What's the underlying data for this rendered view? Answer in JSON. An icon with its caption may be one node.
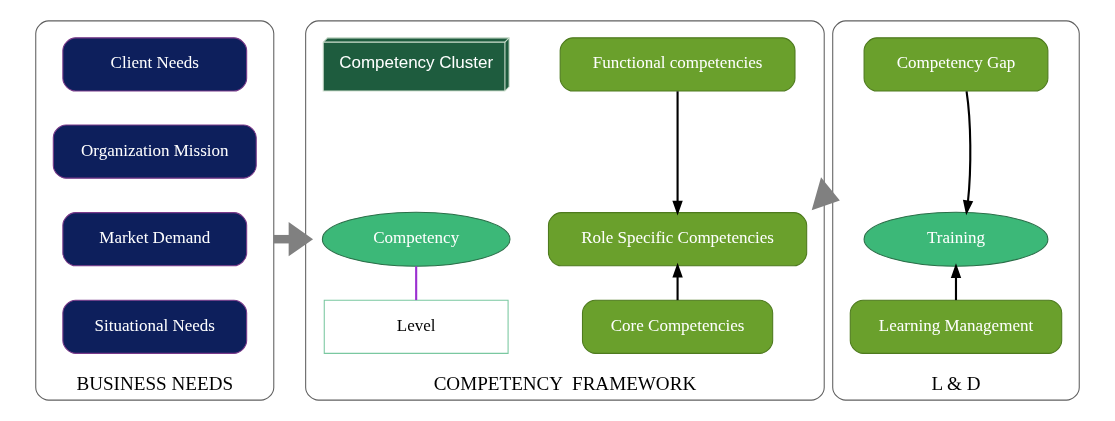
{
  "diagram": {
    "nodes": [
      {
        "text": [
          "BUSINESS NEEDS"
        ]
      },
      {
        "text": [
          "Client Needs"
        ],
        "in": 0
      },
      {
        "text": [
          "Organization Mission"
        ],
        "in": 0
      },
      {
        "text": [
          "Market Demand"
        ],
        "in": 0
      },
      {
        "text": [
          "Situational Needs"
        ],
        "in": 0
      },
      {
        "text": [
          "COMPETENCY  FRAMEWORK"
        ]
      },
      {
        "text": [
          "Functional competencies"
        ],
        "in": 5
      },
      {
        "text": [
          "Competency Cluster"
        ],
        "in": 5
      },
      {
        "text": [
          "Role Specific Competencies"
        ],
        "in": 5
      },
      {
        "text": [
          "Competency"
        ],
        "in": 5
      },
      {
        "text": [
          "Core Competencies"
        ],
        "in": 5
      },
      {
        "text": [
          "Level"
        ],
        "in": 5
      },
      {
        "text": [
          "L & D"
        ]
      },
      {
        "text": [
          "Competency Gap"
        ],
        "in": 12
      },
      {
        "text": [
          "Training"
        ],
        "in": 12
      },
      {
        "text": [
          "Learning Management"
        ],
        "in": 12
      }
    ],
    "edges": [
      {
        "from": 0,
        "to": 5,
        "arrow": "to",
        "style": "thick",
        "color": "#808080"
      },
      {
        "from": 5,
        "to": 12,
        "arrow": "to",
        "style": "thick",
        "color": "#808080"
      },
      {
        "from": 6,
        "to": 8,
        "arrow": "to"
      },
      {
        "from": 10,
        "to": 8,
        "arrow": "to"
      },
      {
        "from": 9,
        "to": 11,
        "arrow": "none",
        "color": "#9b30d0"
      },
      {
        "from": 13,
        "to": 14,
        "arrow": "to"
      },
      {
        "from": 15,
        "to": 14,
        "arrow": "to"
      }
    ]
  }
}
